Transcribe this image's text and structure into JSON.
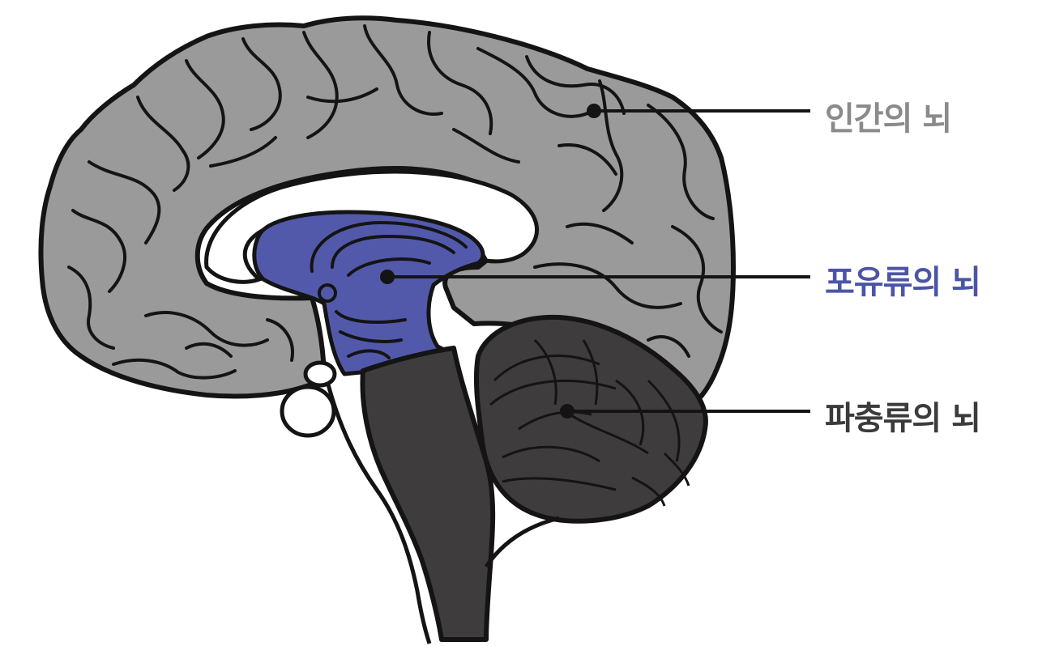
{
  "labels": {
    "human_brain": {
      "text": "인간의 뇌",
      "color": "#8a8a8a"
    },
    "mammal_brain": {
      "text": "포유류의 뇌",
      "color": "#4b55a6"
    },
    "reptile_brain": {
      "text": "파충류의 뇌",
      "color": "#3c3b3b"
    }
  },
  "colors": {
    "cortex": "#9a9a9a",
    "limbic": "#5259ab",
    "brainstem": "#3e3c3c",
    "outline": "#141414",
    "ventricle": "#ffffff"
  }
}
